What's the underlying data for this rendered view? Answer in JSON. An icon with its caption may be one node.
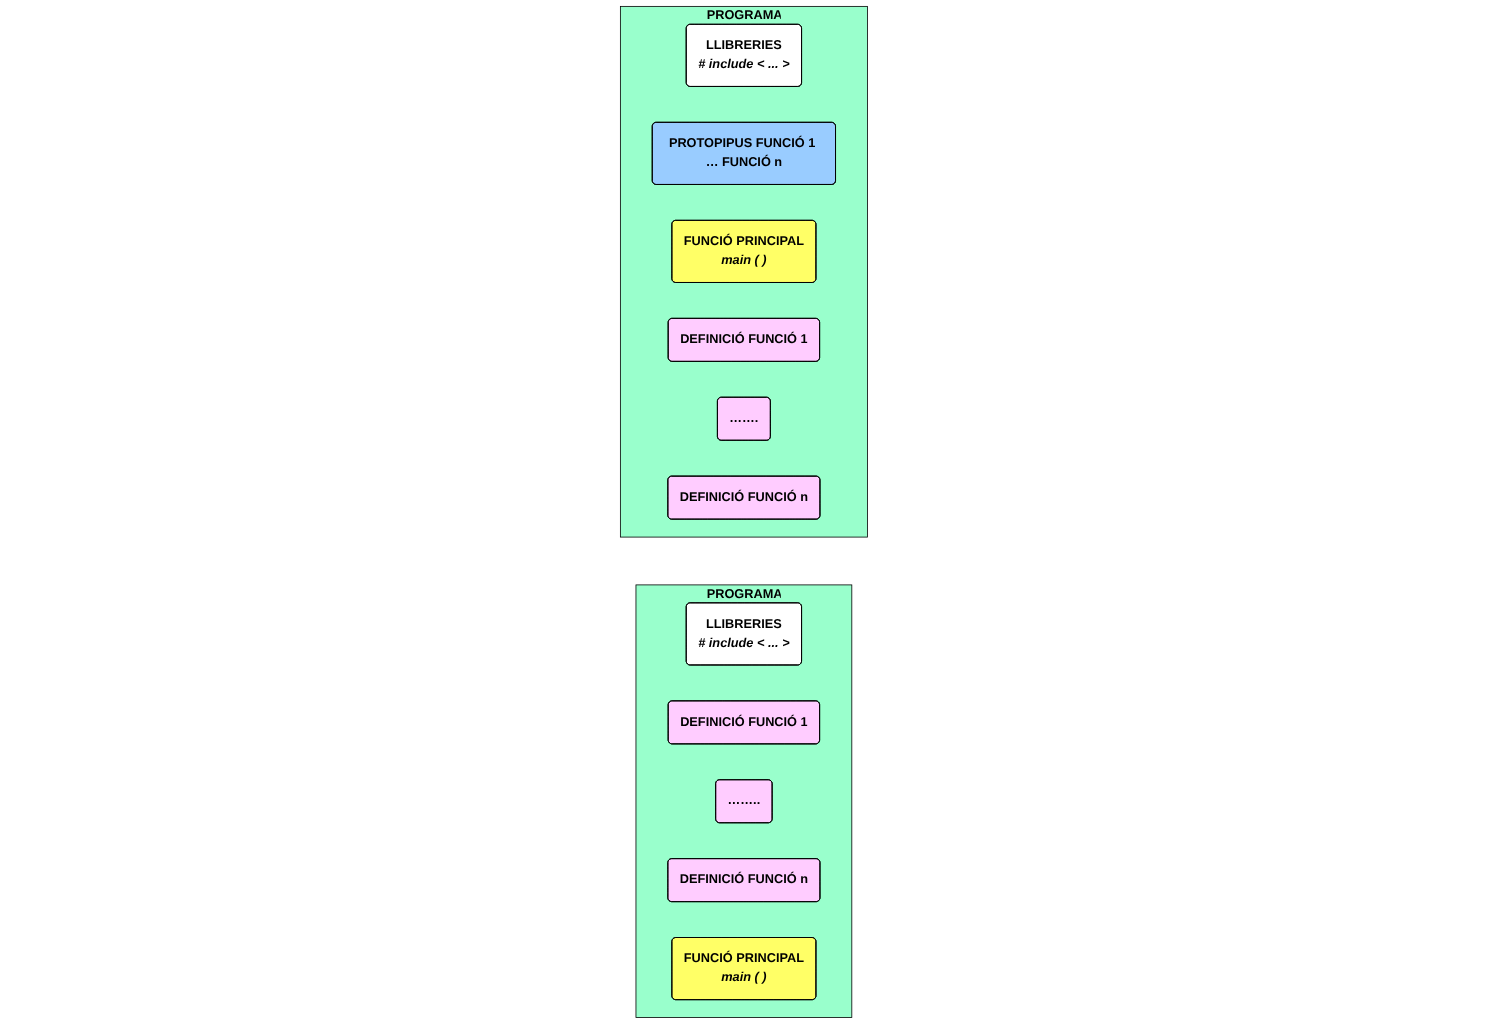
{
  "diagram": {
    "nodes": [
      {
        "text": [
          "PROGRAMA"
        ]
      },
      {
        "text": [
          "LLIBRERIES",
          "# include < ... >"
        ],
        "in": 0
      },
      {
        "text": [
          "DEFINICIÓ FUNCIÓ 1"
        ],
        "in": 0
      },
      {
        "text": [
          "…….."
        ],
        "in": 0
      },
      {
        "text": [
          "DEFINICIÓ FUNCIÓ n"
        ],
        "in": 0
      },
      {
        "text": [
          "FUNCIÓ PRINCIPAL",
          "main ( )"
        ],
        "in": 0
      },
      {
        "text": [
          "PROGRAMA"
        ]
      },
      {
        "text": [
          "LLIBRERIES",
          "# include < ... >"
        ],
        "in": 6
      },
      {
        "text": [
          "PROTOPIPUS FUNCIÓ 1 … FUNCIÓ n"
        ],
        "in": 6
      },
      {
        "text": [
          "FUNCIÓ PRINCIPAL",
          "main ( )"
        ],
        "in": 6
      },
      {
        "text": [
          "DEFINICIÓ FUNCIÓ 1"
        ],
        "in": 6
      },
      {
        "text": [
          "……."
        ],
        "in": 6
      },
      {
        "text": [
          "DEFINICIÓ FUNCIÓ n"
        ],
        "in": 6
      }
    ],
    "edges": []
  }
}
